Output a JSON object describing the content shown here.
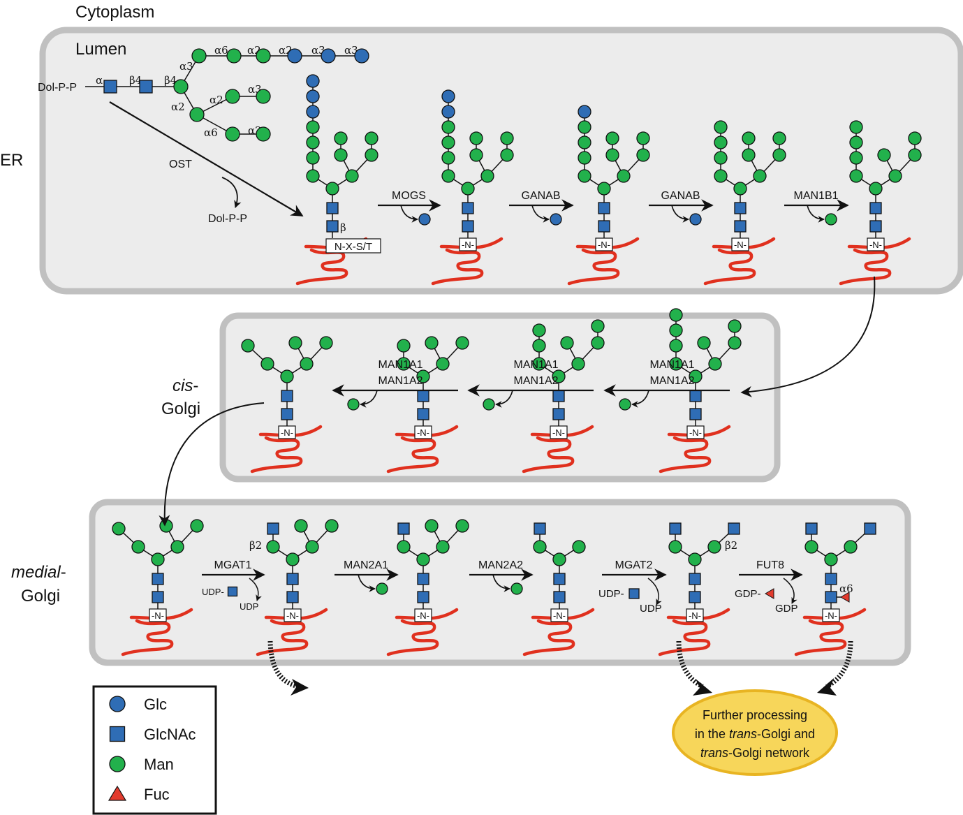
{
  "compartments": {
    "cytoplasm": "Cytoplasm",
    "lumen": "Lumen",
    "er": "ER",
    "cis_prefix": "cis",
    "cis_suffix": "-",
    "cis_golgi": "Golgi",
    "medial_prefix": "medial",
    "medial_suffix": "-",
    "medial_golgi": "Golgi"
  },
  "precursor": {
    "lipid": "Dol-P-P",
    "linkages": [
      "α",
      "β4",
      "β4",
      "α3",
      "α6",
      "α2",
      "α2",
      "α3",
      "α3",
      "α2",
      "α3",
      "α2",
      "α6",
      "α2"
    ]
  },
  "er_steps": {
    "ost": "OST",
    "dol_release": "Dol-P-P",
    "sequon": "N-X-S/T",
    "beta": "β",
    "enzymes": [
      "MOGS",
      "GANAB",
      "GANAB",
      "MAN1B1"
    ]
  },
  "cis_steps": {
    "enzyme_a": "MAN1A1",
    "enzyme_b": "MAN1A2"
  },
  "medial_steps": {
    "enzymes": [
      "MGAT1",
      "MAN2A1",
      "MAN2A2",
      "MGAT2",
      "FUT8"
    ],
    "udp_donor": "UDP-",
    "udp": "UDP",
    "gdp_donor": "GDP-",
    "gdp": "GDP",
    "b2": "β2",
    "a6": "α6"
  },
  "asn_label": "-N-",
  "legend": {
    "items": [
      {
        "name": "Glc",
        "shape": "circle",
        "color": "#2f6db5"
      },
      {
        "name": "GlcNAc",
        "shape": "square",
        "color": "#2f6db5"
      },
      {
        "name": "Man",
        "shape": "circle",
        "color": "#22b14c"
      },
      {
        "name": "Fuc",
        "shape": "triangle",
        "color": "#e23b2e"
      }
    ]
  },
  "further": {
    "line1": "Further processing",
    "line2_pre": "in the ",
    "line2_em": "trans",
    "line2_post": "-Golgi and",
    "line3_em": "trans",
    "line3_post": "-Golgi network"
  },
  "colors": {
    "glc": "#2f6db5",
    "glcnac": "#2f6db5",
    "man": "#22b14c",
    "fuc": "#e23b2e",
    "protein": "#e0301e",
    "membrane": "#c0c0c0",
    "compartment_fill": "#ececec",
    "ellipse_fill": "#f7d65a",
    "ellipse_stroke": "#e8b422"
  }
}
